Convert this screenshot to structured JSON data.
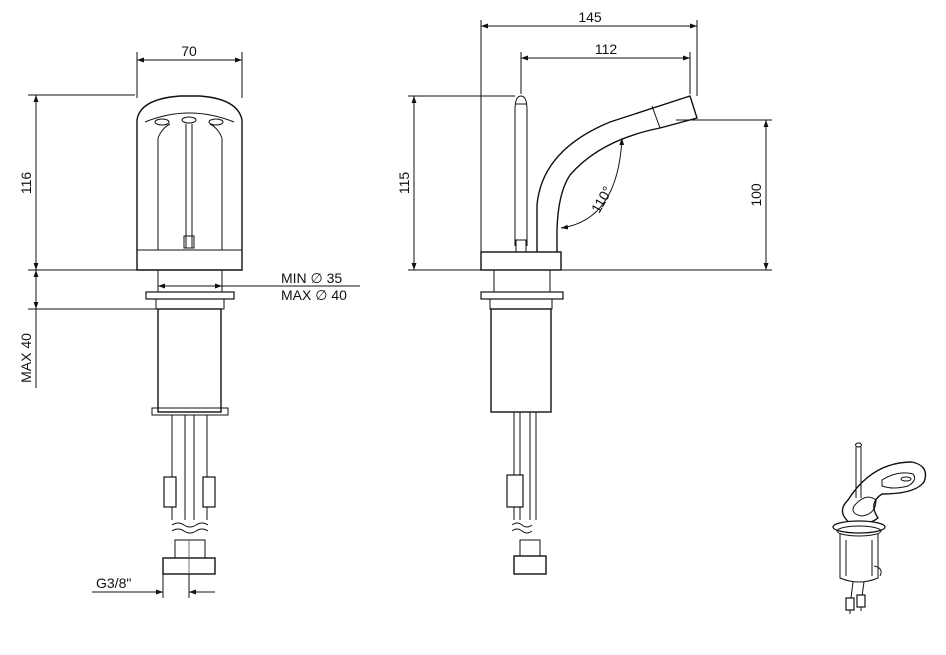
{
  "drawing": {
    "front": {
      "width_label": "70",
      "height_label": "116",
      "hole_min_label": "MIN ∅ 35",
      "hole_max_label": "MAX ∅ 40",
      "thickness_label": "MAX 40",
      "thread_label": "G3/8\""
    },
    "side": {
      "overall_length_label": "145",
      "spout_reach_label": "112",
      "height_label": "115",
      "spout_height_label": "100",
      "angle_label": "110°"
    }
  }
}
